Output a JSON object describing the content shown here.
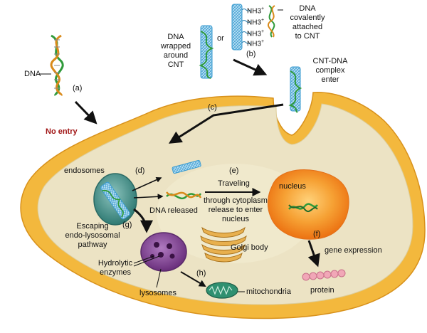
{
  "labels": {
    "dna_a": "DNA",
    "a": "(a)",
    "no_entry": "No entry",
    "dna_wrapped": "DNA\nwrapped\naround\nCNT",
    "or": "or",
    "nh3": "NH3",
    "plus": "+",
    "b": "(b)",
    "dna_covalent": "DNA\ncovalently\nattached\nto CNT",
    "cnt_dna_enter": "CNT-DNA\ncomplex\nenter",
    "c": "(c)",
    "endosomes": "endosomes",
    "d": "(d)",
    "dna_released": "DNA released",
    "e": "(e)",
    "traveling": "Traveling",
    "through_cytoplasm": "through cytoplasm\nrelease to enter\nnucleus",
    "nucleus": "nucleus",
    "escaping": "Escaping\nendo-lysosomal\npathway",
    "g": "(g)",
    "golgi": "Golgi body",
    "f": "(f)",
    "gene_expression": "gene expression",
    "hydrolytic": "Hydrolytic\nenzymes",
    "lysosomes": "lysosomes",
    "h": "(h)",
    "mitochondria": "mitochondria",
    "protein": "protein"
  },
  "colors": {
    "membrane": "#f2b53a",
    "cytoplasm": "#ece2c3",
    "nucleus": "#f07a10",
    "endosome": "#3d8a82",
    "lysosome": "#7d3f8f",
    "mitochondria": "#2f9070",
    "protein": "#f1a7b7",
    "cnt": "#4aa8d8",
    "dna_green": "#2f9a3a",
    "dna_orange": "#d98a1a",
    "no_entry": "#a01515"
  }
}
